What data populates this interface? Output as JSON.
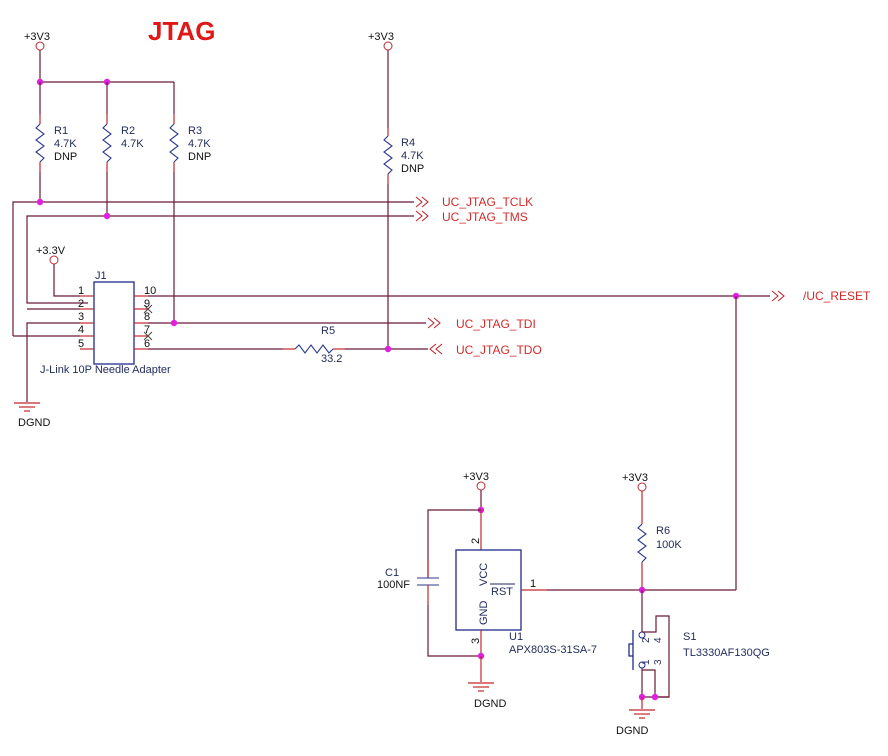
{
  "title": "JTAG",
  "colors": {
    "wire": "#6b1a3a",
    "pin": "#c0282f",
    "component": "#2c3a8c",
    "junction": "#e020e0",
    "net_label": "#d42a2a",
    "title": "#e01818"
  },
  "power": {
    "p1": "+3V3",
    "p2": "+3V3",
    "p3": "+3.3V",
    "p4": "+3V3",
    "p5": "+3V3"
  },
  "ground": {
    "g1": "DGND",
    "g2": "DGND",
    "g3": "DGND"
  },
  "resistors": {
    "r1": {
      "ref": "R1",
      "value": "4.7K",
      "note": "DNP"
    },
    "r2": {
      "ref": "R2",
      "value": "4.7K",
      "note": ""
    },
    "r3": {
      "ref": "R3",
      "value": "4.7K",
      "note": "DNP"
    },
    "r4": {
      "ref": "R4",
      "value": "4.7K",
      "note": "DNP"
    },
    "r5": {
      "ref": "R5",
      "value": "33.2"
    },
    "r6": {
      "ref": "R6",
      "value": "100K"
    }
  },
  "capacitor": {
    "ref": "C1",
    "value": "100NF"
  },
  "connector": {
    "ref": "J1",
    "name": "J-Link 10P Needle Adapter",
    "left_pins": [
      "1",
      "2",
      "3",
      "4",
      "5"
    ],
    "right_pins": [
      "10",
      "9",
      "8",
      "7",
      "6"
    ]
  },
  "ic": {
    "ref": "U1",
    "part": "APX803S-31SA-7",
    "pin_vcc": "VCC",
    "pin_gnd": "GND",
    "pin_rst": "RST",
    "pin_vcc_num": "2",
    "pin_gnd_num": "3",
    "pin_rst_num": "1"
  },
  "switch": {
    "ref": "S1",
    "part": "TL3330AF130QG",
    "pins": [
      "1",
      "2",
      "3",
      "4"
    ]
  },
  "nets": {
    "tclk": "UC_JTAG_TCLK",
    "tms": "UC_JTAG_TMS",
    "tdi": "UC_JTAG_TDI",
    "tdo": "UC_JTAG_TDO",
    "reset": "/UC_RESET"
  }
}
